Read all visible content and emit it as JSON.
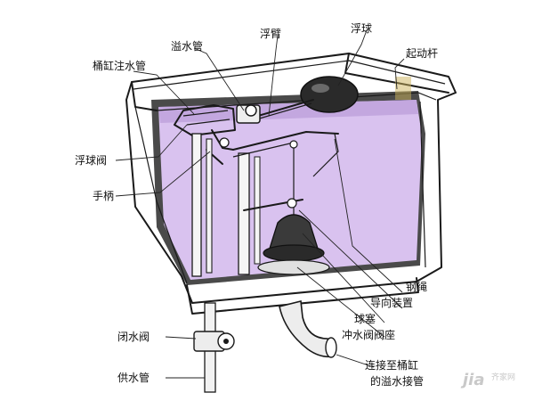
{
  "diagram": {
    "labels": {
      "overflow_pipe": "溢水管",
      "float_arm": "浮臂",
      "float_ball": "浮球",
      "trip_lever": "起动杆",
      "bowl_refill_tube": "桶缸注水管",
      "float_valve": "浮球阀",
      "handle": "手柄",
      "lift_wire": "钢绳",
      "guide": "导向装置",
      "ball_plug": "球塞",
      "flush_valve_seat": "冲水阀阀座",
      "shutoff_valve": "闭水阀",
      "supply_pipe": "供水管",
      "overflow_connect_line1": "连接至桶缸",
      "overflow_connect_line2": "的溢水接管"
    },
    "watermark": {
      "brand": "jia",
      "cn": "齐家网"
    },
    "colors": {
      "water": "#d9c2ef",
      "water_dark": "#b99bd9",
      "tank_inner": "#4a4a4a",
      "line": "#1a1a1a"
    }
  }
}
